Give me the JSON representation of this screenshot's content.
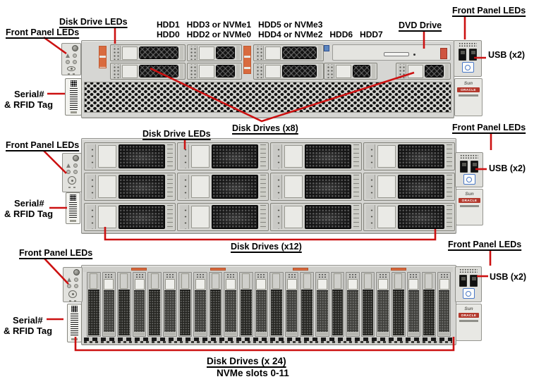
{
  "callouts": {
    "server1": {
      "disk_drive_leds": "Disk Drive LEDs",
      "front_panel_leds_left": "Front Panel LEDs",
      "hdd_labels_row1": "HDD1   HDD3 or NVMe1   HDD5 or NVMe3",
      "hdd_labels_row2": "HDD0   HDD2 or NVMe0   HDD4 or NVMe2   HDD6   HDD7",
      "dvd_drive": "DVD Drive",
      "front_panel_leds_right": "Front Panel LEDs",
      "usb": "USB (x2)",
      "serial_rfid_line1": "Serial#",
      "serial_rfid_line2": "& RFID Tag",
      "disk_drives": "Disk Drives (x8)"
    },
    "server2": {
      "disk_drive_leds": "Disk Drive LEDs",
      "front_panel_leds_left": "Front Panel LEDs",
      "front_panel_leds_right": "Front Panel LEDs",
      "usb": "USB (x2)",
      "serial_rfid_line1": "Serial#",
      "serial_rfid_line2": "& RFID Tag",
      "disk_drives": "Disk Drives (x12)"
    },
    "server3": {
      "front_panel_leds_left": "Front Panel LEDs",
      "front_panel_leds_right": "Front Panel LEDs",
      "usb": "USB (x2)",
      "serial_rfid_line1": "Serial#",
      "serial_rfid_line2": "& RFID Tag",
      "disk_drives": "Disk Drives (x 24)",
      "nvme_slots": "NVMe slots 0-11"
    }
  },
  "branding": {
    "sun": "Sun",
    "oracle": "ORACLE"
  },
  "servers": {
    "server1": {
      "drive_count": 8,
      "rows": 2
    },
    "server2": {
      "drive_count": 12,
      "rows": 3,
      "cols": 4
    },
    "server3": {
      "drive_count": 24,
      "rows": 1
    }
  },
  "colors": {
    "callout_line": "#cc1111",
    "callout_text": "#000000",
    "chassis": "#d6d6d3",
    "drive_face": "#141414",
    "orange_label": "#d96b3f",
    "oracle_red": "#b3382c",
    "intel_blue": "#4a79c8"
  }
}
